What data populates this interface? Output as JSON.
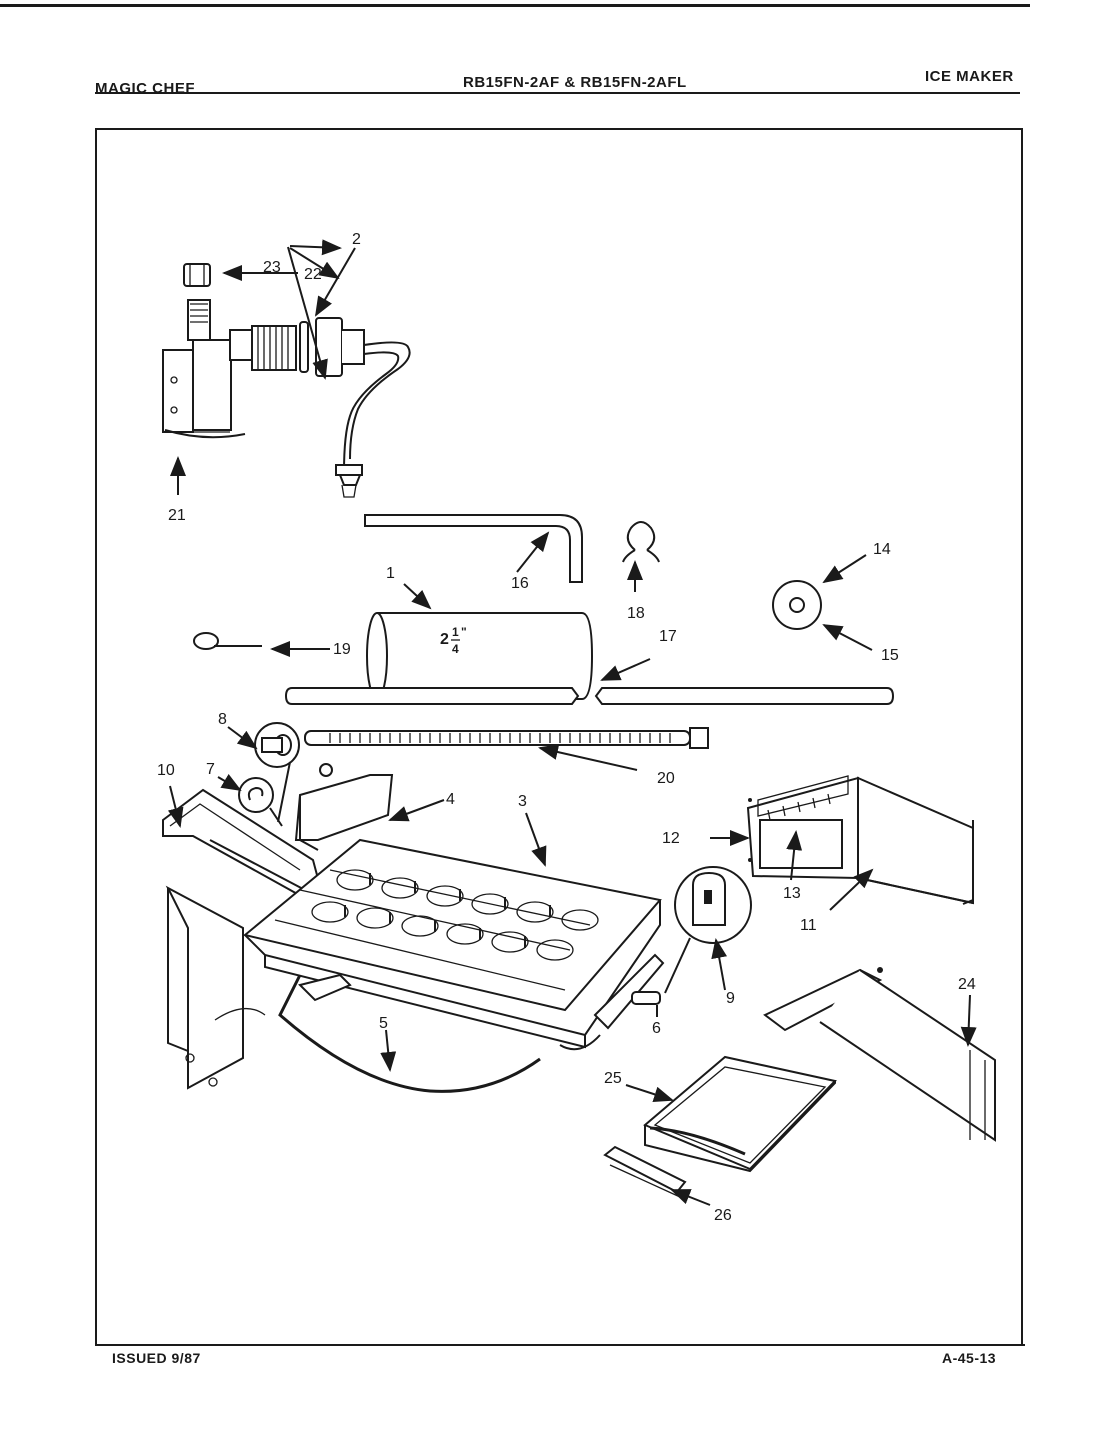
{
  "header": {
    "brand": "MAGIC CHEF",
    "models": "RB15FN-2AF & RB15FN-2AFL",
    "section": "ICE MAKER"
  },
  "footer": {
    "issued": "ISSUED 9/87",
    "page_code": "A-45-13"
  },
  "tube_size_label": {
    "whole": "2",
    "num": "1",
    "den": "4",
    "unit": "\""
  },
  "callouts": [
    "1",
    "2",
    "3",
    "4",
    "5",
    "6",
    "7",
    "8",
    "9",
    "10",
    "11",
    "12",
    "13",
    "14",
    "15",
    "16",
    "17",
    "18",
    "19",
    "20",
    "21",
    "22",
    "23",
    "24",
    "25",
    "26"
  ]
}
